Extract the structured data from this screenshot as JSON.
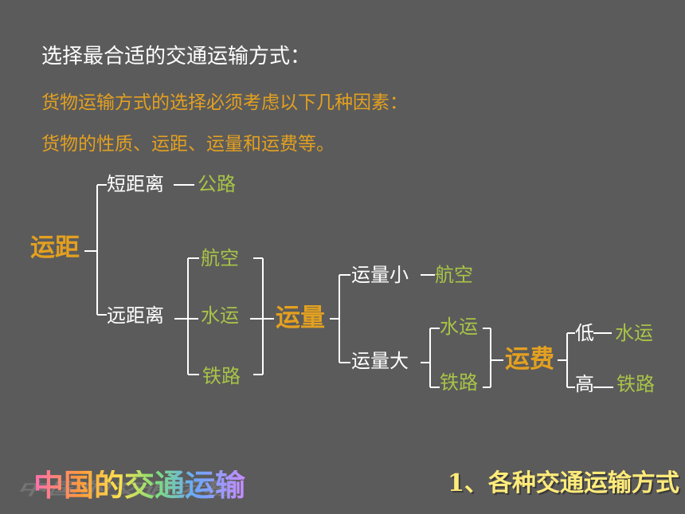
{
  "slide": {
    "title": "选择最合适的交通运输方式：",
    "subtitle_line1": "货物运输方式的选择必须考虑以下几种因素：",
    "subtitle_line2": "货物的性质、运距、运量和运费等。"
  },
  "diagram": {
    "yunju": "运距",
    "duanjuli": "短距离",
    "gonglu": "公路",
    "yuanjuli": "远距离",
    "hangkong1": "航空",
    "shuiyun1": "水运",
    "tielu1": "铁路",
    "yunliang": "运量",
    "yunliang_xiao": "运量小",
    "hangkong2": "航空",
    "yunliang_da": "运量大",
    "shuiyun2": "水运",
    "tielu2": "铁路",
    "yunfei": "运费",
    "di": "低",
    "shuiyun3": "水运",
    "gao": "高",
    "tielu3": "铁路"
  },
  "footer": {
    "left": "中国的交通运输",
    "right": "1、各种交通运输方式"
  },
  "colors": {
    "background": "#5b5b5b",
    "accent_orange": "#e3a020",
    "accent_green": "#a8c447",
    "text_white": "#ffffff"
  }
}
